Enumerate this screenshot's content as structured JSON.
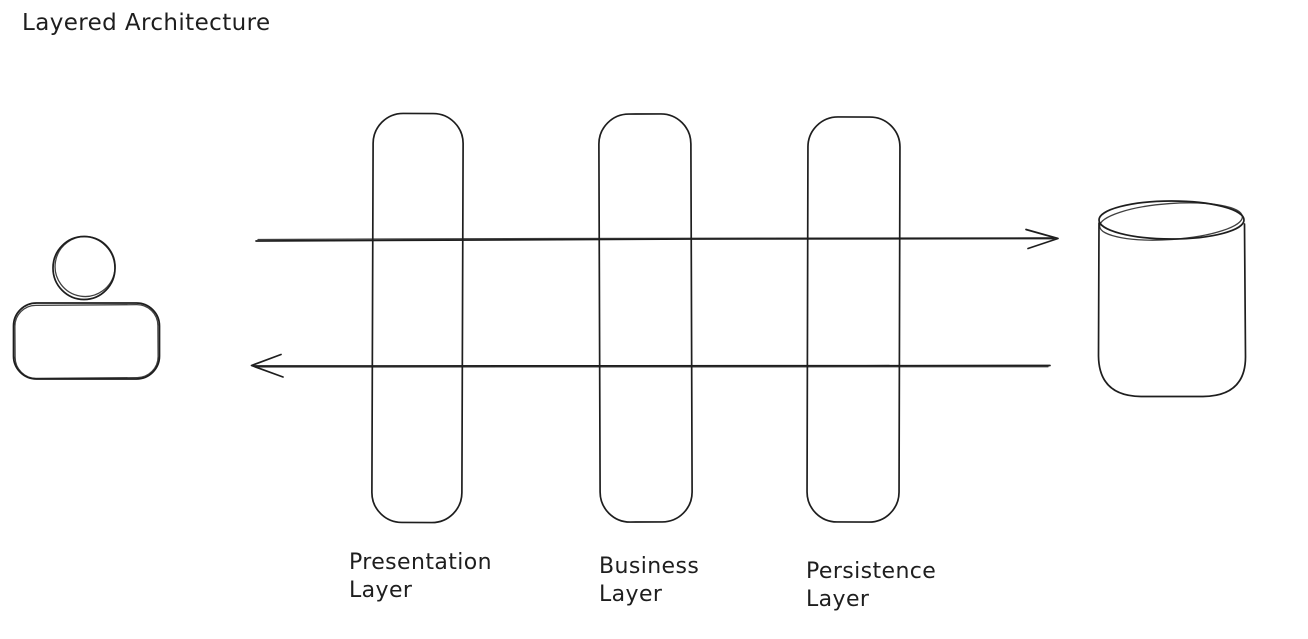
{
  "title": "Layered Architecture",
  "colors": {
    "ink": "#1e1e1e",
    "background": "#ffffff"
  },
  "layers": [
    {
      "label": "Presentation Layer"
    },
    {
      "label": "Business Layer"
    },
    {
      "label": "Persistence Layer"
    }
  ],
  "actor": {
    "icon": "user-icon"
  },
  "datastore": {
    "icon": "database-icon"
  },
  "arrows": [
    {
      "name": "request-arrow",
      "direction": "right"
    },
    {
      "name": "response-arrow",
      "direction": "left"
    }
  ]
}
